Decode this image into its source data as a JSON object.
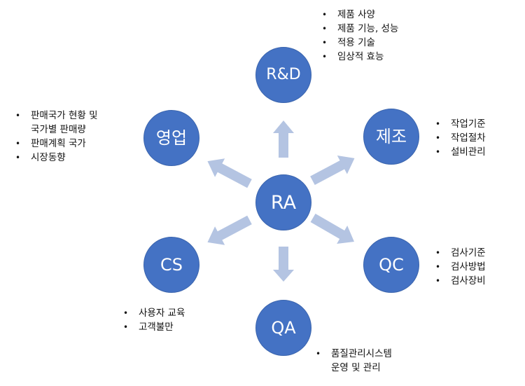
{
  "colors": {
    "node": "#4472c4",
    "arrow": "#b4c4e2"
  },
  "nodes": {
    "center": "RA",
    "rnd": "R&D",
    "sales": "영업",
    "mfg": "제조",
    "cs": "CS",
    "qc": "QC",
    "qa": "QA"
  },
  "notes": {
    "rnd": [
      "제품 사양",
      "제품 기능, 성능",
      "적용 기술",
      "임상적 효능"
    ],
    "sales": [
      "판매국가 현황 및",
      "국가별 판매량",
      "판매계획 국가",
      "시장동향"
    ],
    "mfg": [
      "작업기준",
      "작업절차",
      "설비관리"
    ],
    "cs": [
      "사용자 교육",
      "고객불만"
    ],
    "qc": [
      "검사기준",
      "검사방법",
      "검사장비"
    ],
    "qa": [
      "품질관리시스템",
      "운영 및 관리"
    ]
  }
}
